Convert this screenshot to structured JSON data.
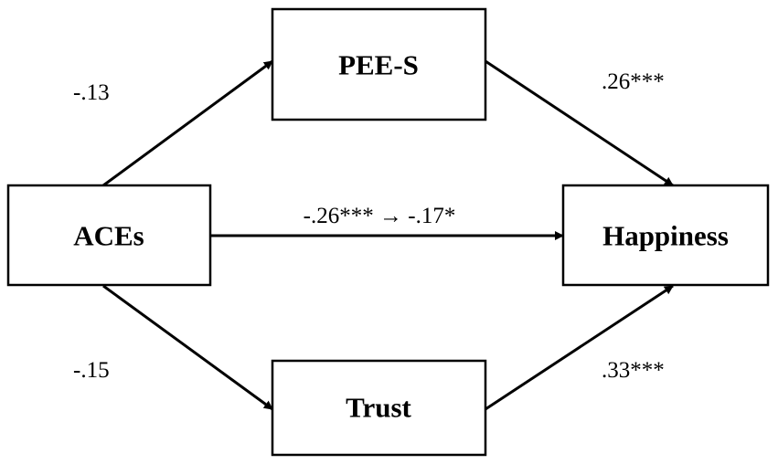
{
  "nodes": {
    "aces": {
      "label": "ACEs"
    },
    "pee_s": {
      "label": "PEE-S"
    },
    "trust": {
      "label": "Trust"
    },
    "happiness": {
      "label": "Happiness"
    }
  },
  "paths": {
    "aces_to_pee_s": {
      "from": "ACEs",
      "to": "PEE-S",
      "coefficient": "-.13"
    },
    "pee_s_to_happiness": {
      "from": "PEE-S",
      "to": "Happiness",
      "coefficient": ".26***"
    },
    "aces_to_happiness": {
      "from": "ACEs",
      "to": "Happiness",
      "coefficient": "-.26*** → -.17*"
    },
    "aces_to_trust": {
      "from": "ACEs",
      "to": "Trust",
      "coefficient": "-.15"
    },
    "trust_to_happiness": {
      "from": "Trust",
      "to": "Happiness",
      "coefficient": ".33***"
    }
  }
}
